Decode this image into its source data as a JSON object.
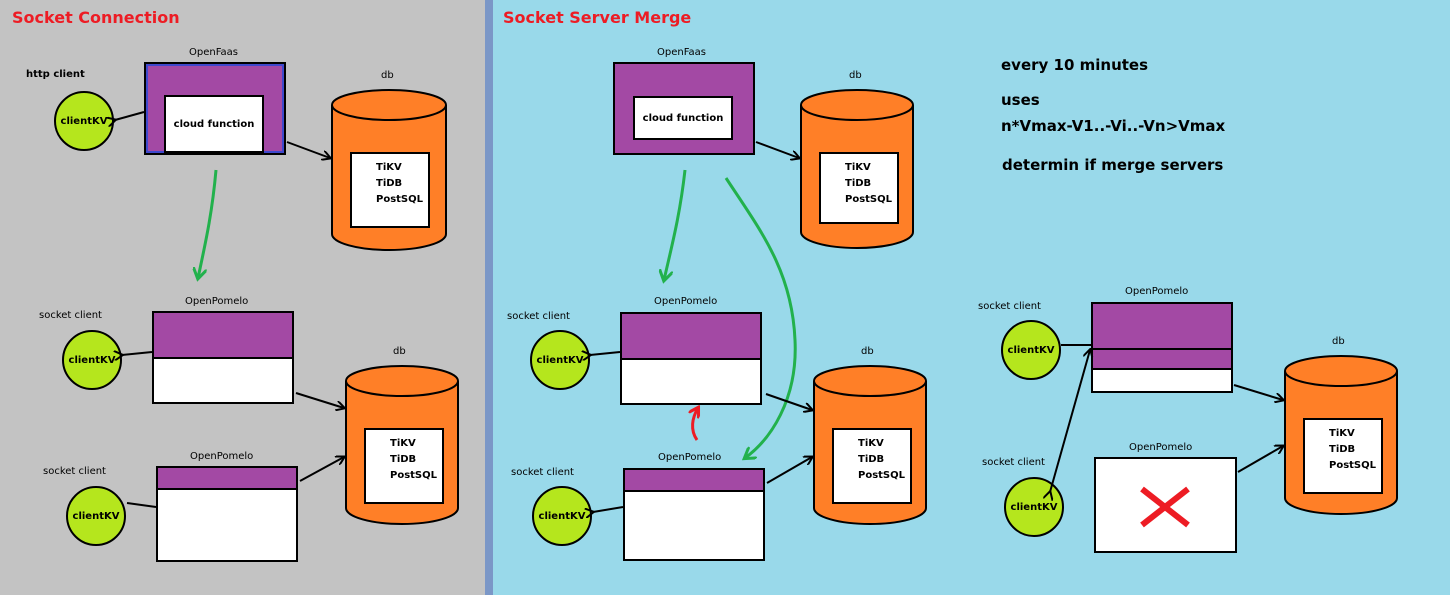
{
  "panels": {
    "left_title": "Socket Connection",
    "right_title": "Socket Server Merge"
  },
  "labels": {
    "openfaas": "OpenFaas",
    "openpomelo": "OpenPomelo",
    "db": "db",
    "http_client": "http client",
    "socket_client": "socket client",
    "client_kv": "clientKV",
    "cloud_function": "cloud function"
  },
  "db_items": [
    "TiKV",
    "TiDB",
    "PostSQL"
  ],
  "notes": {
    "line1": "every 10 minutes",
    "line2": "uses",
    "line3": "n*Vmax-V1..-Vi..-Vn>Vmax",
    "line4": "determin if merge servers"
  },
  "colors": {
    "left_bg": "#c3c3c3",
    "right_bg": "#99d9ea",
    "divider": "#7b97c7",
    "purple": "#a349a4",
    "orange": "#ff7f27",
    "client_green": "#b5e61d",
    "arrow_green": "#22b14c",
    "arrow_red": "#ed1c24",
    "title_red": "#ed1c24"
  },
  "icons": {
    "removed_server": "red-x-icon"
  }
}
